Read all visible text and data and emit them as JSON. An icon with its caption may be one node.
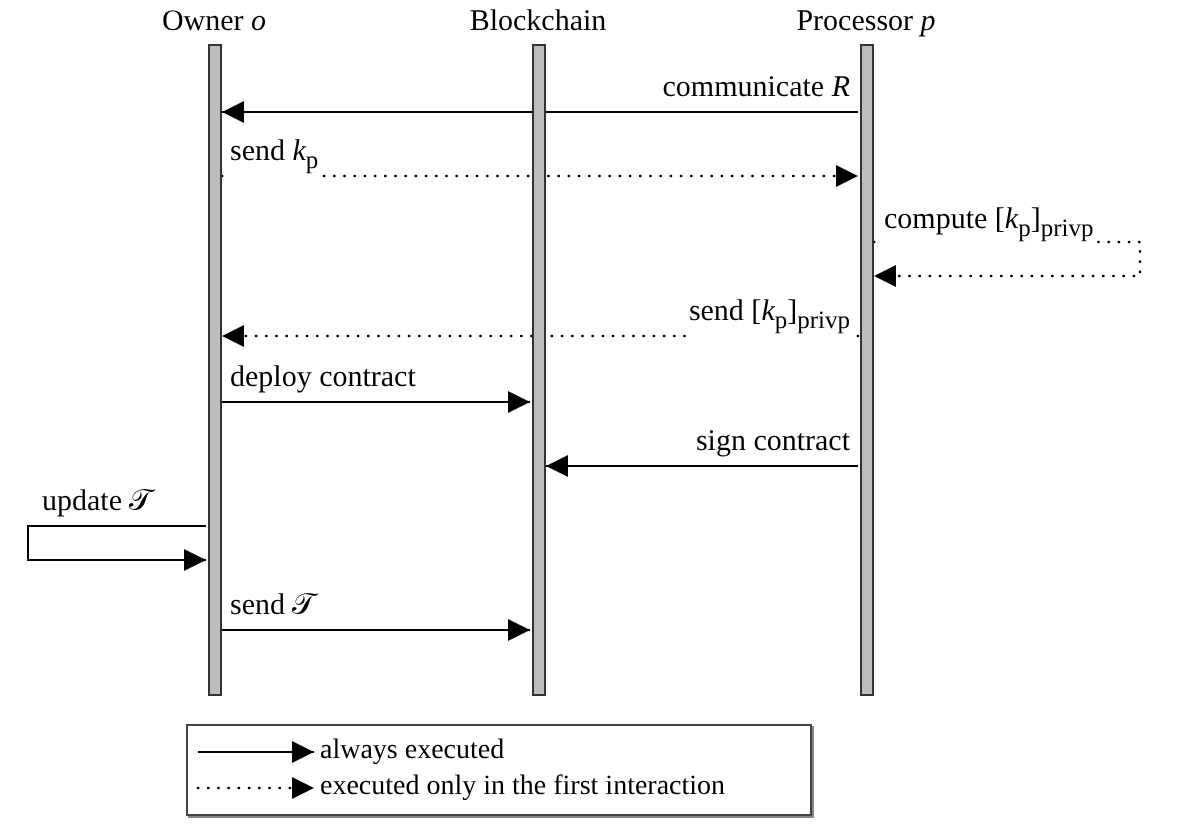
{
  "diagram": {
    "nodes": [
      {
        "text": [
          "Owner *o*"
        ]
      },
      {
        "text": [
          "Blockchain"
        ]
      },
      {
        "text": [
          "Processor *p*"
        ]
      }
    ],
    "edges": [
      {
        "from": 2,
        "to": 0,
        "arrow": "to",
        "label": "communicate *R*"
      },
      {
        "from": 0,
        "to": 2,
        "arrow": "to",
        "label": "send *k*$_{p}$",
        "style": "dashed"
      },
      {
        "from": 2,
        "to": 2,
        "arrow": "to",
        "label": "compute [*k*$_{p}$]$_{privp}$",
        "style": "dashed"
      },
      {
        "from": 2,
        "to": 0,
        "arrow": "to",
        "label": "send [*k*$_{p}$]$_{privp}$",
        "style": "dashed"
      },
      {
        "from": 0,
        "to": 1,
        "arrow": "to",
        "label": "deploy contract"
      },
      {
        "from": 2,
        "to": 1,
        "arrow": "to",
        "label": "sign contract"
      },
      {
        "from": null,
        "to": 0,
        "arrow": "to",
        "label": "update 𝒯"
      },
      {
        "from": 0,
        "to": 1,
        "arrow": "to",
        "label": "send 𝒯"
      }
    ],
    "legend": [
      {
        "text": "always executed"
      },
      {
        "text": "executed only in the first interaction"
      }
    ]
  }
}
